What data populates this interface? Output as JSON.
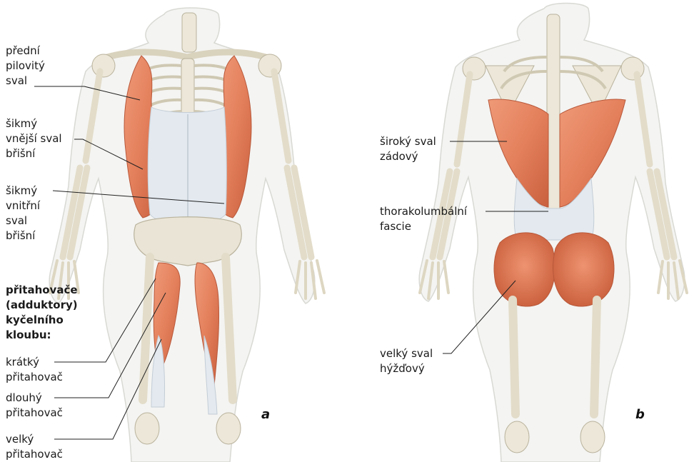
{
  "panel_a": {
    "letter": "a",
    "labels": {
      "serratus": [
        "přední",
        "pilovitý",
        "sval"
      ],
      "external_oblique": [
        "šikmý",
        "vnější sval",
        "břišní"
      ],
      "internal_oblique": [
        "šikmý",
        "vnitřní",
        "sval",
        "břišní"
      ],
      "adductor_heading": [
        "přitahovače",
        "(adduktory)",
        "kyčelního",
        "kloubu:"
      ],
      "adductor_brevis": [
        "krátký",
        "přitahovač"
      ],
      "adductor_longus": [
        "dlouhý",
        "přitahovač"
      ],
      "adductor_magnus": [
        "velký",
        "přitahovač"
      ]
    }
  },
  "panel_b": {
    "letter": "b",
    "labels": {
      "latissimus": [
        "široký sval",
        "zádový"
      ],
      "thoracolumbar": [
        "thorakolumbální",
        "fascie"
      ],
      "gluteus": [
        "velký sval",
        "hýžďový"
      ]
    }
  },
  "colors": {
    "bone": "#ece7d8",
    "bone_edge": "#b9b29d",
    "skin": "#f3f3f1",
    "muscle": "#e4805c",
    "muscle_dark": "#c9603e",
    "fascia": "#e3e9ef",
    "leader": "#222222"
  }
}
